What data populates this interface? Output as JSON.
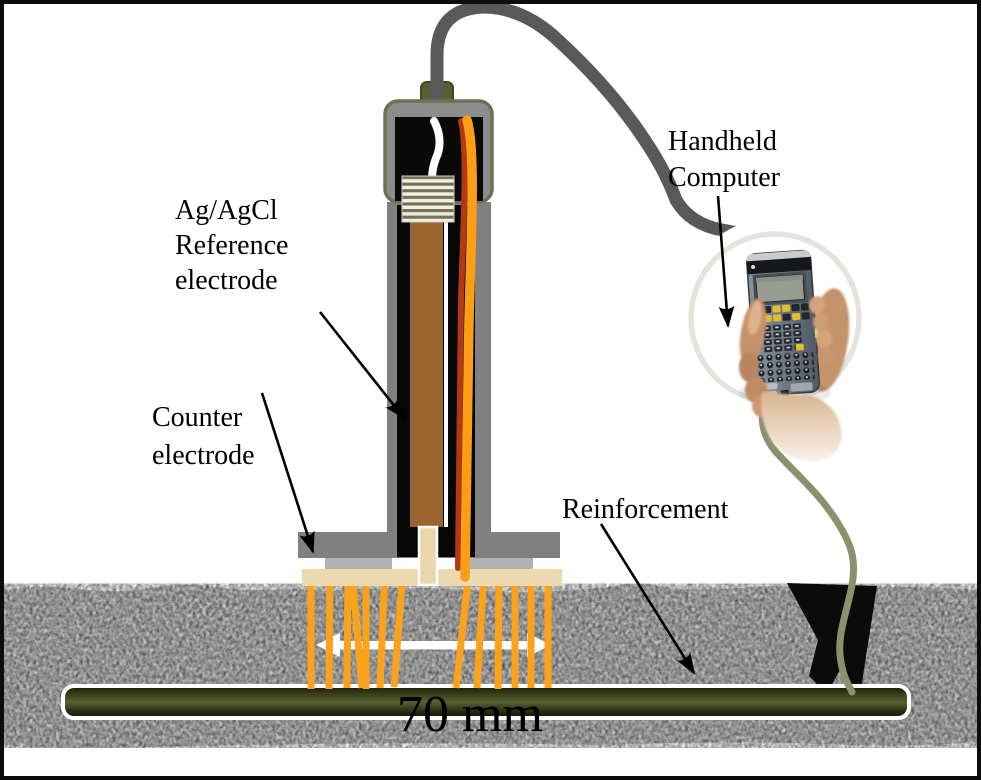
{
  "diagram": {
    "labels": {
      "reference": {
        "lines": [
          "Ag/AgCl",
          "Reference",
          "electrode"
        ]
      },
      "counter": {
        "lines": [
          "Counter",
          "electrode"
        ]
      },
      "handheld": {
        "lines": [
          "Handheld",
          "Computer"
        ]
      },
      "reinforcement": "Reinforcement",
      "dimension": "70 mm"
    },
    "colors": {
      "pin_orange": "#F9A21A",
      "wire_orange": "#FB9E16",
      "wire_red": "#B23A12",
      "wire_white": "#FFFFFF",
      "electrode_brown": "#9A6430",
      "counter_tan": "#ECD9AD",
      "probe_gray": "#808080",
      "plate_light_gray": "#B2B2B2",
      "cap_gray": "#8C8C8C",
      "cap_olive": "#5A5E31",
      "cable_gray": "#58595B",
      "cable_olive": "#8A916C",
      "concrete_gray": "#CDCDCD",
      "dimension_arrow": "#FFFFFF",
      "clamp_black": "#0B0B0B"
    }
  }
}
